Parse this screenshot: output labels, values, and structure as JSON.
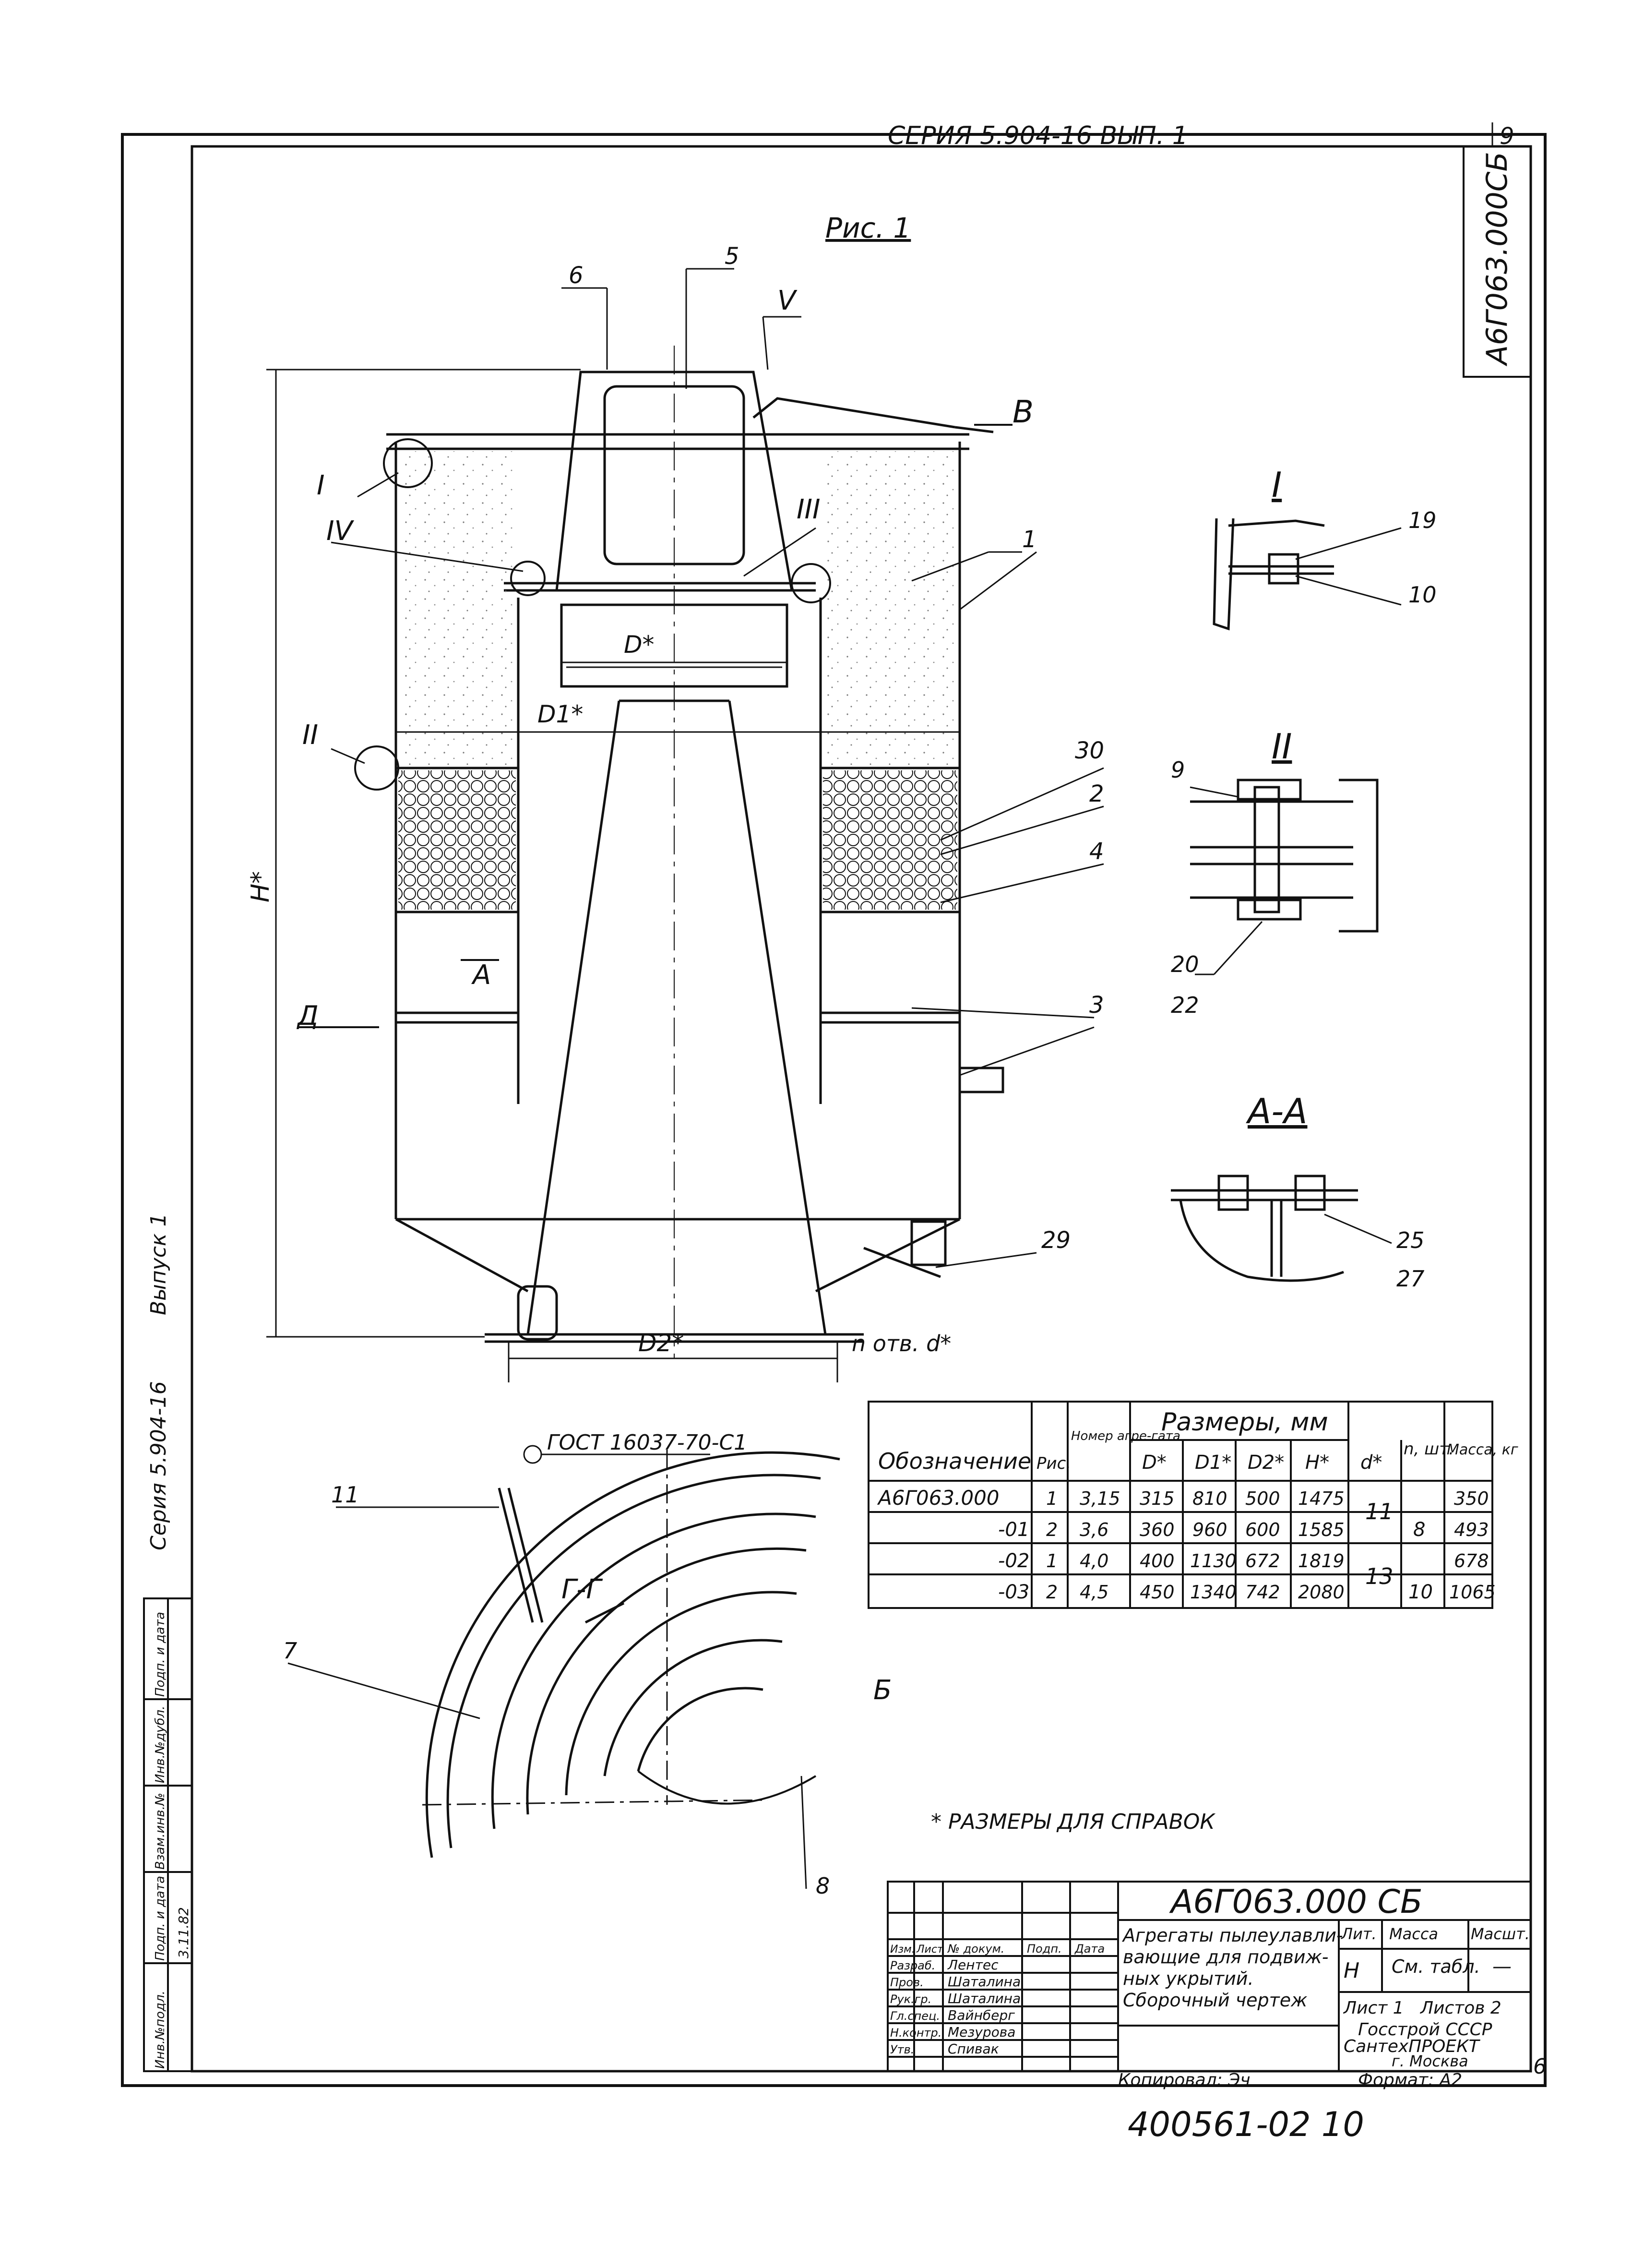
{
  "header": {
    "series": "СЕРИЯ 5.904-16 ВЫП. 1",
    "sheet_no": "9",
    "doc_code_vertical": "А6Г063.000СБ"
  },
  "figure": {
    "title": "Рис. 1",
    "callouts": [
      "1",
      "2",
      "3",
      "4",
      "5",
      "6",
      "7",
      "8",
      "9",
      "10",
      "11",
      "19",
      "20",
      "22",
      "25",
      "27",
      "29",
      "30"
    ],
    "view_marks": [
      "I",
      "II",
      "III",
      "IV",
      "V",
      "A",
      "Б",
      "Д",
      "B"
    ],
    "dimensions": {
      "d": "D*",
      "d1": "D1*",
      "d2": "D2*",
      "h": "H*",
      "holes": "n отв. d*"
    },
    "detail_titles": {
      "d1": "I",
      "d2": "II",
      "section": "А-А"
    },
    "gost": "ГОСТ 16037-70-С1",
    "note": "* РАЗМЕРЫ ДЛЯ СПРАВОК",
    "section_marks": "Г-Г"
  },
  "table": {
    "headers": {
      "designation": "Обозначение",
      "fig": "Рис.",
      "unit_no": "Номер агре-гата",
      "sizes": "Размеры, мм",
      "d": "D*",
      "d1": "D1*",
      "d2": "D2*",
      "h": "H*",
      "dd": "d*",
      "n": "n, шт.",
      "mass": "Масса, кг"
    },
    "rows": [
      {
        "designation": "А6Г063.000",
        "fig": "1",
        "unit": "3,15",
        "d": "315",
        "d1": "810",
        "d2": "500",
        "h": "1475",
        "dd": "11",
        "n": "8",
        "mass": "350"
      },
      {
        "designation": "-01",
        "fig": "2",
        "unit": "3,6",
        "d": "360",
        "d1": "960",
        "d2": "600",
        "h": "1585",
        "dd": "",
        "n": "",
        "mass": "493"
      },
      {
        "designation": "-02",
        "fig": "1",
        "unit": "4,0",
        "d": "400",
        "d1": "1130",
        "d2": "672",
        "h": "1819",
        "dd": "13",
        "n": "",
        "mass": "678"
      },
      {
        "designation": "-03",
        "fig": "2",
        "unit": "4,5",
        "d": "450",
        "d1": "1340",
        "d2": "742",
        "h": "2080",
        "dd": "",
        "n": "10",
        "mass": "1065"
      }
    ]
  },
  "title_block": {
    "code": "А6Г063.000 СБ",
    "name_l1": "Агрегаты пылеулавли-",
    "name_l2": "вающие для подвиж-",
    "name_l3": "ных укрытий.",
    "name_l4": "Сборочный чертеж",
    "lit_label": "Лит.",
    "lit": "Н",
    "mass_label": "Масса",
    "mass": "См. табл.",
    "scale_label": "Масшт.",
    "scale": "—",
    "sheet": "Лист 1",
    "sheets": "Листов 2",
    "org1": "Госстрой СССР",
    "org2": "СантехПРОЕКТ",
    "org3": "г. Москва",
    "col_heads": [
      "Изм.",
      "Лист",
      "№ докум.",
      "Подп.",
      "Дата"
    ],
    "roles": [
      {
        "role": "Разраб.",
        "name": "Лентес"
      },
      {
        "role": "Пров.",
        "name": "Шаталина"
      },
      {
        "role": "Рук.гр.",
        "name": "Шаталина"
      },
      {
        "role": "Гл.спец.",
        "name": "Вайнберг"
      },
      {
        "role": "Н.контр.",
        "name": "Мезурова"
      },
      {
        "role": "Утв.",
        "name": "Спивак"
      }
    ],
    "copied": "Копировал: Эч",
    "format": "Формат: А2"
  },
  "left_margin": {
    "vyp": "Выпуск 1",
    "series": "Серия 5.904-16",
    "stamp_labels": [
      "Инв.№подл.",
      "Подп. и дата",
      "Взам.инв.№",
      "Инв.№дубл.",
      "Подп. и дата"
    ],
    "stamp_value": "3.11.82"
  },
  "bottom_number": "400561-02   10",
  "right_edge_mark": "6"
}
